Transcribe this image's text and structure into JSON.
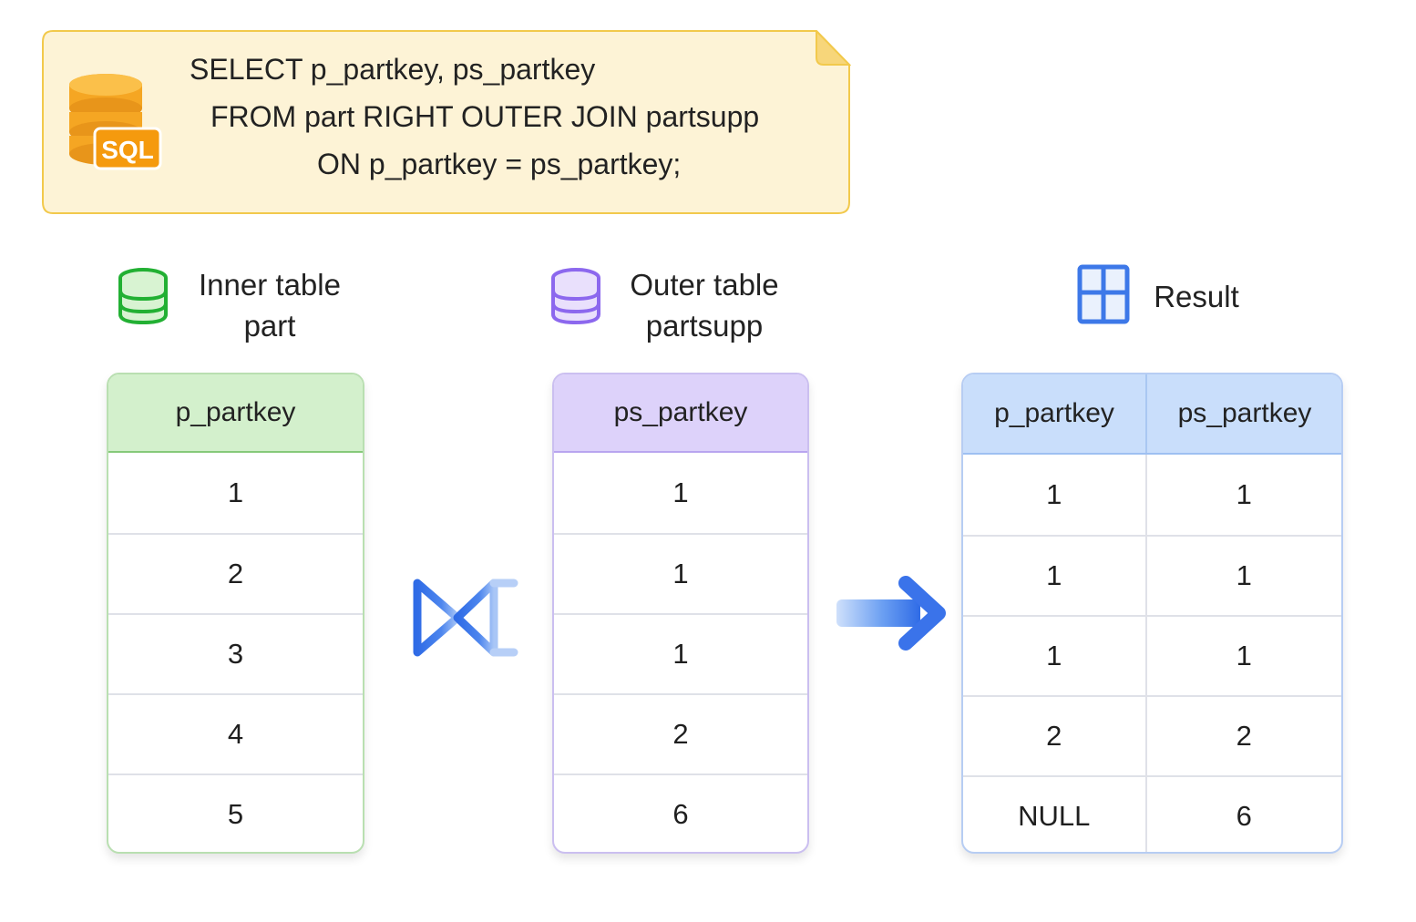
{
  "sql": {
    "icon_label": "SQL",
    "lines": [
      "SELECT p_partkey, ps_partkey",
      "FROM part RIGHT OUTER JOIN partsupp",
      "ON p_partkey = ps_partkey;"
    ]
  },
  "inner": {
    "title": "Inner table",
    "subtitle": "part",
    "column": "p_partkey",
    "rows": [
      "1",
      "2",
      "3",
      "4",
      "5"
    ]
  },
  "outer": {
    "title": "Outer table",
    "subtitle": "partsupp",
    "column": "ps_partkey",
    "rows": [
      "1",
      "1",
      "1",
      "2",
      "6"
    ]
  },
  "result": {
    "title": "Result",
    "columns": [
      "p_partkey",
      "ps_partkey"
    ],
    "rows": [
      [
        "1",
        "1"
      ],
      [
        "1",
        "1"
      ],
      [
        "1",
        "1"
      ],
      [
        "2",
        "2"
      ],
      [
        "NULL",
        "6"
      ]
    ]
  },
  "colors": {
    "note_bg": "#fdf3d6",
    "note_border": "#f2c94c",
    "sql_icon": "#f5a623",
    "inner_accent": "#22b033",
    "outer_accent": "#8c68ee",
    "result_accent": "#3d78e8"
  },
  "icons": {
    "sql": "sql-database-icon",
    "inner": "database-icon",
    "outer": "database-icon",
    "join": "right-outer-join-icon",
    "arrow": "arrow-right-icon",
    "result": "grid-table-icon"
  }
}
